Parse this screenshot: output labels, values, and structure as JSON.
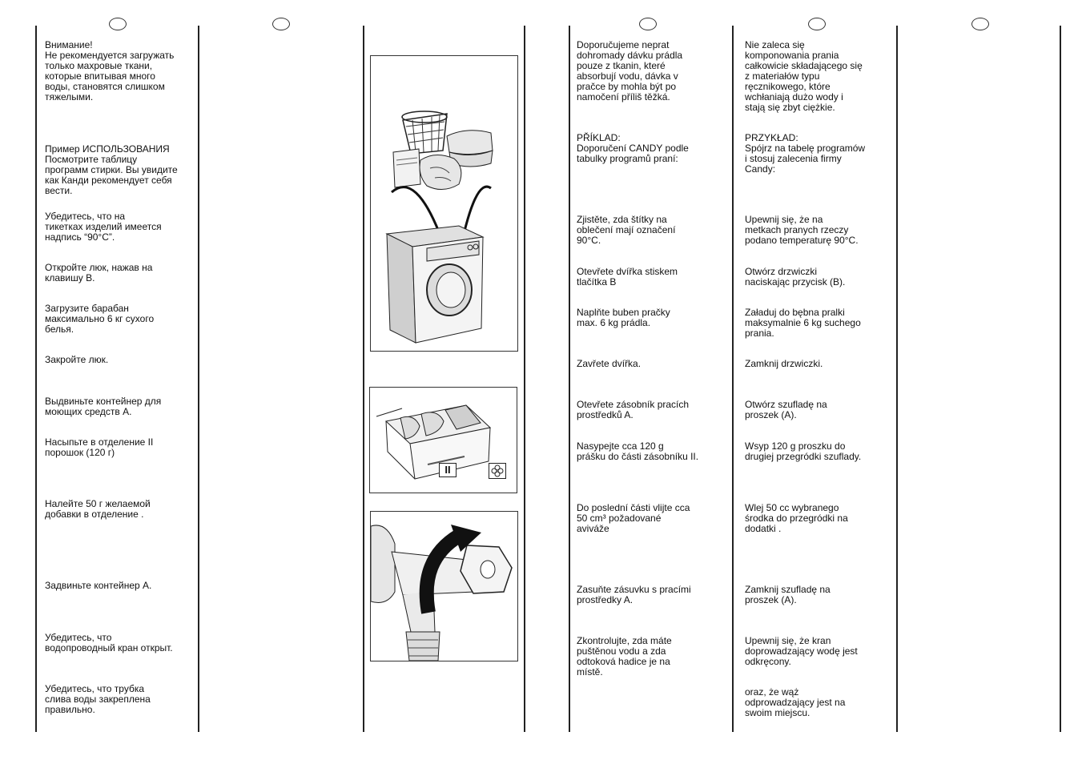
{
  "russian": {
    "warning_title": "Внимание!",
    "warning_body": "Не рекомендуется загружать\nтолько махровые ткани,\nкоторые впитывая много\nводы, становятся слишком\nтяжелыми.",
    "example_title": "Пример ИСПОЛЬЗОВАНИЯ",
    "example_body": "Посмотрите таблицу\nпрограмм стирки. Вы увидите\nкак Канди рекомендует себя\nвести.",
    "steps": [
      "    Убедитесь, что на\n тикетках изделий имеется\nнадпись “90°C”.",
      "    Откройте люк, нажав на\nклавишу B.",
      "    Загрузите барабан\nмаксимально 6 кг сухого\nбелья.",
      "    Закройте люк.",
      "    Выдвиньте контейнер для\nмоющих средств A.",
      "    Насыпьте в отделение II\nпорошок (120 г)",
      "    Налейте 50 г желаемой\nдобавки в отделение      .",
      "    Задвиньте контейнер A.",
      "    Убедитесь, что\nводопроводный кран открыт.",
      "    Убедитесь, что трубка\nслива воды закреплена\nправильно."
    ]
  },
  "czech": {
    "intro": "Doporučujeme neprat\ndohromady dávku prádla\npouze z tkanin, které\nabsorbují vodu, dávka v\npračce by mohla být po\nnamočení příliš těžká.",
    "example_title": "PŘÍKLAD:",
    "example_body": "Doporučení CANDY podle\ntabulky programů praní:",
    "steps": [
      "    Zjistěte, zda štítky na\noblečení mají označení\n90°C.",
      "    Otevřete dvířka stiskem\ntlačítka B",
      "    Naplňte buben pračky\nmax. 6 kg prádla.",
      "    Zavřete dvířka.",
      "    Otevřete zásobník pracích\nprostředků A.",
      "    Nasypejte cca 120 g\nprášku do části zásobníku II.",
      "    Do poslední části vlijte cca\n50 cm³ požadované\naviváže",
      "    Zasuňte zásuvku s pracími\nprostředky A.",
      "    Zkontrolujte, zda máte\npuštěnou vodu a zda\nodtoková hadice je na\nmístě."
    ]
  },
  "polish": {
    "intro": "Nie zaleca się\nkomponowania prania\ncałkowicie składającego się\nz materiałów typu\nręcznikowego, które\nwchłaniają dużo wody i\nstają się zbyt ciężkie.",
    "example_title": "PRZYKŁAD:",
    "example_body": "Spójrz na tabelę programów\ni stosuj zalecenia firmy\nCandy:",
    "steps": [
      "    Upewnij się, że na\nmetkach pranych rzeczy\npodano temperaturę 90°C.",
      "    Otwórz drzwiczki\nnaciskając przycisk (B).",
      "    Załaduj do bębna pralki\nmaksymalnie 6 kg suchego\nprania.",
      "    Zamknij drzwiczki.",
      "    Otwórz szufladę na\nproszek (A).",
      "    Wsyp 120 g proszku do\ndrugiej przegródki szuflady.",
      "    Wlej 50 cc wybranego\nśrodka do przegródki na\ndodatki      .",
      "    Zamknij szufladę na\nproszek (A).",
      "    Upewnij się, że kran\ndoprowadzający wodę jest\nodkręcony.",
      "    oraz, że wąż\nodprowadzający jest na\nswoim miejscu."
    ]
  },
  "figures": {
    "dispenser_label": "II"
  }
}
